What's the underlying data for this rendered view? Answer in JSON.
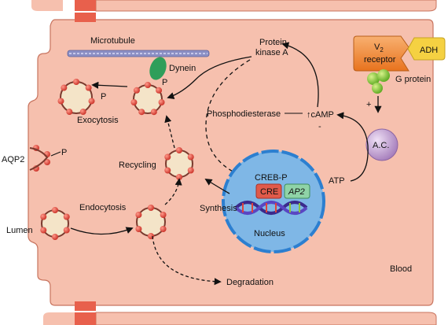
{
  "labels": {
    "microtubule": "Microtubule",
    "dynein": "Dynein",
    "protein_kinase_line1": "Protein",
    "protein_kinase_line2": "kinase A",
    "v2_receptor_line1": "V",
    "v2_receptor_sub": "2",
    "v2_receptor_line2": "receptor",
    "adh": "ADH",
    "g_protein": "G protein",
    "plus": "+",
    "minus": "-",
    "phosphodiesterase": "Phosphodiesterase",
    "camp": "cAMP",
    "ac": "A.C.",
    "atp": "ATP",
    "exocytosis": "Exocytosis",
    "aqp2": "AQP2",
    "p": "P",
    "recycling": "Recycling",
    "creb_p": "CREB-P",
    "cre": "CRE",
    "ap2": "AP2",
    "synthesis": "Synthesis",
    "nucleus": "Nucleus",
    "endocytosis": "Endocytosis",
    "lumen": "Lumen",
    "degradation": "Degradation",
    "blood": "Blood"
  },
  "colors": {
    "cell_fill": "#f6c0ae",
    "cell_stroke": "#c8745f",
    "membrane_cap": "#e8604c",
    "nucleus_fill": "#7fb7e6",
    "nucleus_stroke": "#2c7fd0",
    "receptor_fill": "#f28b3a",
    "adh_fill": "#f5d142",
    "gprotein_fill": "#8cc63f",
    "ac_fill": "#c9a6d8",
    "dynein_fill": "#2f9e5a",
    "aqp_bead": "#e0443a",
    "vesicle_fill": "#f4e4c8",
    "microtubule": "#8b8fc4"
  }
}
